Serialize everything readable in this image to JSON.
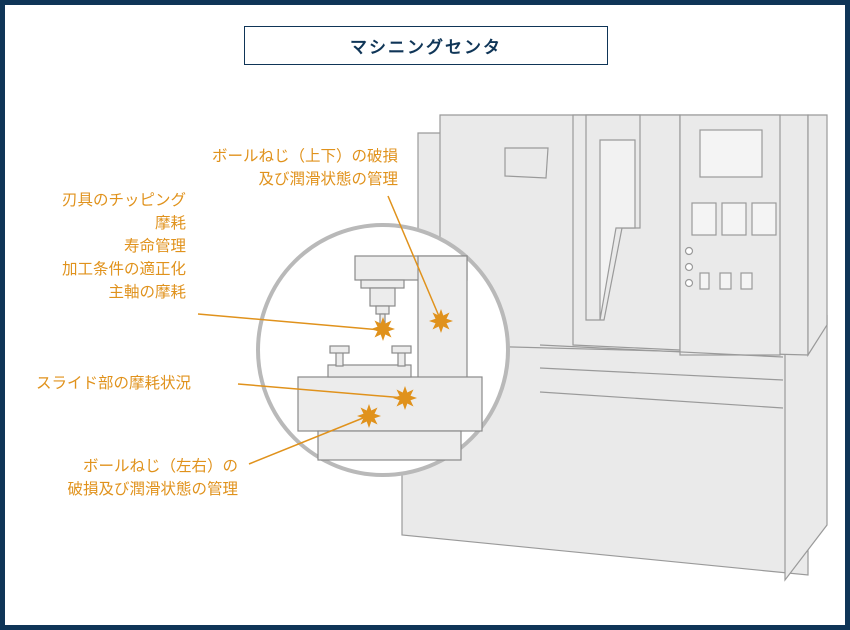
{
  "title": "マシニングセンタ",
  "colors": {
    "frame": "#0f3557",
    "accent": "#e0921c",
    "machine_fill": "#eaeaea",
    "machine_line": "#9a9a9a"
  },
  "labels": {
    "ballscrew_vertical": [
      "ボールねじ（上下）の破損",
      "及び潤滑状態の管理"
    ],
    "spindle": [
      "刃具のチッピング",
      "摩耗",
      "寿命管理",
      "加工条件の適正化",
      "主軸の摩耗"
    ],
    "slide": "スライド部の摩耗状況",
    "ballscrew_horizontal": [
      "ボールねじ（左右）の",
      "破損及び潤滑状態の管理"
    ]
  }
}
